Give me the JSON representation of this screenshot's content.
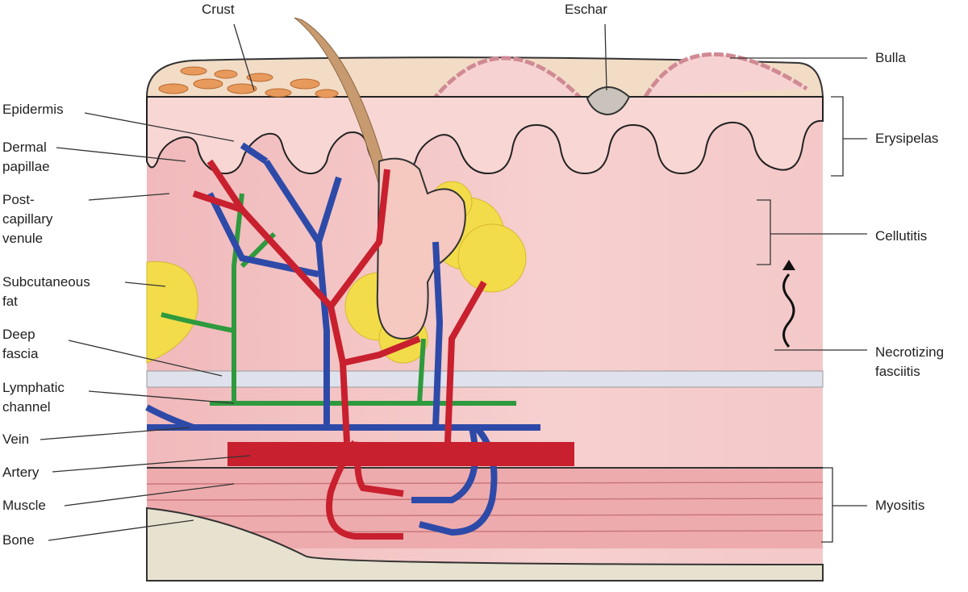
{
  "title_labels": {
    "crust": "Crust",
    "eschar": "Eschar"
  },
  "left_labels": {
    "epidermis": "Epidermis",
    "dermal_papillae": [
      "Dermal",
      "papillae"
    ],
    "post_capillary_venule": [
      "Post-",
      "capillary",
      "venule"
    ],
    "subcutaneous_fat": [
      "Subcutaneous",
      "fat"
    ],
    "deep_fascia": [
      "Deep",
      "fascia"
    ],
    "lymphatic_channel": [
      "Lymphatic",
      "channel"
    ],
    "vein": "Vein",
    "artery": "Artery",
    "muscle": "Muscle",
    "bone": "Bone"
  },
  "right_labels": {
    "bulla": "Bulla",
    "erysipelas": "Erysipelas",
    "cellulitis": "Cellutitis",
    "necrotizing_fasciitis": [
      "Necrotizing",
      "fasciitis"
    ],
    "myositis": "Myositis"
  },
  "colors": {
    "artery": "#c8202e",
    "vein": "#2e4aa8",
    "lymphatic": "#2e9a3e",
    "fat": "#f2dc4a",
    "dermis": "#f3c4c4",
    "bone": "#e7e2cf"
  }
}
